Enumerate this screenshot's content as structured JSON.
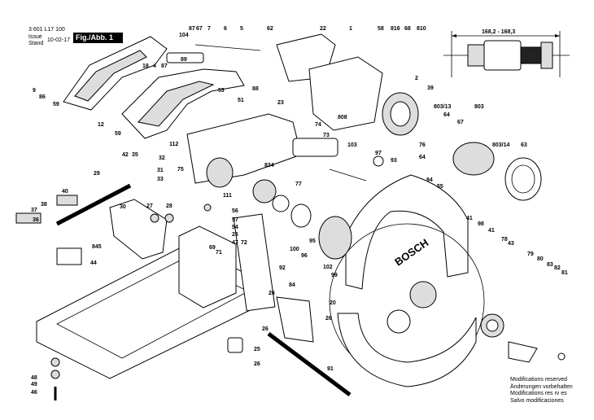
{
  "header": {
    "doc_number": "3 601 L17 100",
    "issue_label": "Issue",
    "stand_label": "Stand",
    "date": "10-02-17",
    "figure": "Fig./Abb. 1"
  },
  "dimension": "168,2 - 168,3",
  "modifications": [
    "Modifications reserved",
    "Änderungen vorbehalten",
    "Modifications res rv es",
    "Salvo modificaciones"
  ],
  "blade_logo": "BOSCH",
  "part_labels": [
    "87",
    "67",
    "7",
    "6",
    "5",
    "62",
    "22",
    "1",
    "58",
    "816",
    "68",
    "810",
    "104",
    "89",
    "18",
    "4",
    "87",
    "9",
    "86",
    "59",
    "53",
    "88",
    "51",
    "12",
    "59",
    "2",
    "39",
    "803/13",
    "803",
    "64",
    "67",
    "808",
    "23",
    "74",
    "73",
    "112",
    "32",
    "75",
    "103",
    "76",
    "64",
    "803/14",
    "63",
    "42",
    "35",
    "31",
    "33",
    "834",
    "97",
    "93",
    "94",
    "55",
    "29",
    "111",
    "77",
    "40",
    "38",
    "37",
    "36",
    "30",
    "27",
    "28",
    "56",
    "57",
    "54",
    "26",
    "845",
    "47",
    "72",
    "69",
    "71",
    "100",
    "95",
    "96",
    "102",
    "41",
    "98",
    "41",
    "78",
    "43",
    "44",
    "92",
    "99",
    "26",
    "84",
    "20",
    "79",
    "80",
    "83",
    "82",
    "81",
    "26",
    "26",
    "25",
    "26",
    "91",
    "48",
    "49",
    "46"
  ]
}
